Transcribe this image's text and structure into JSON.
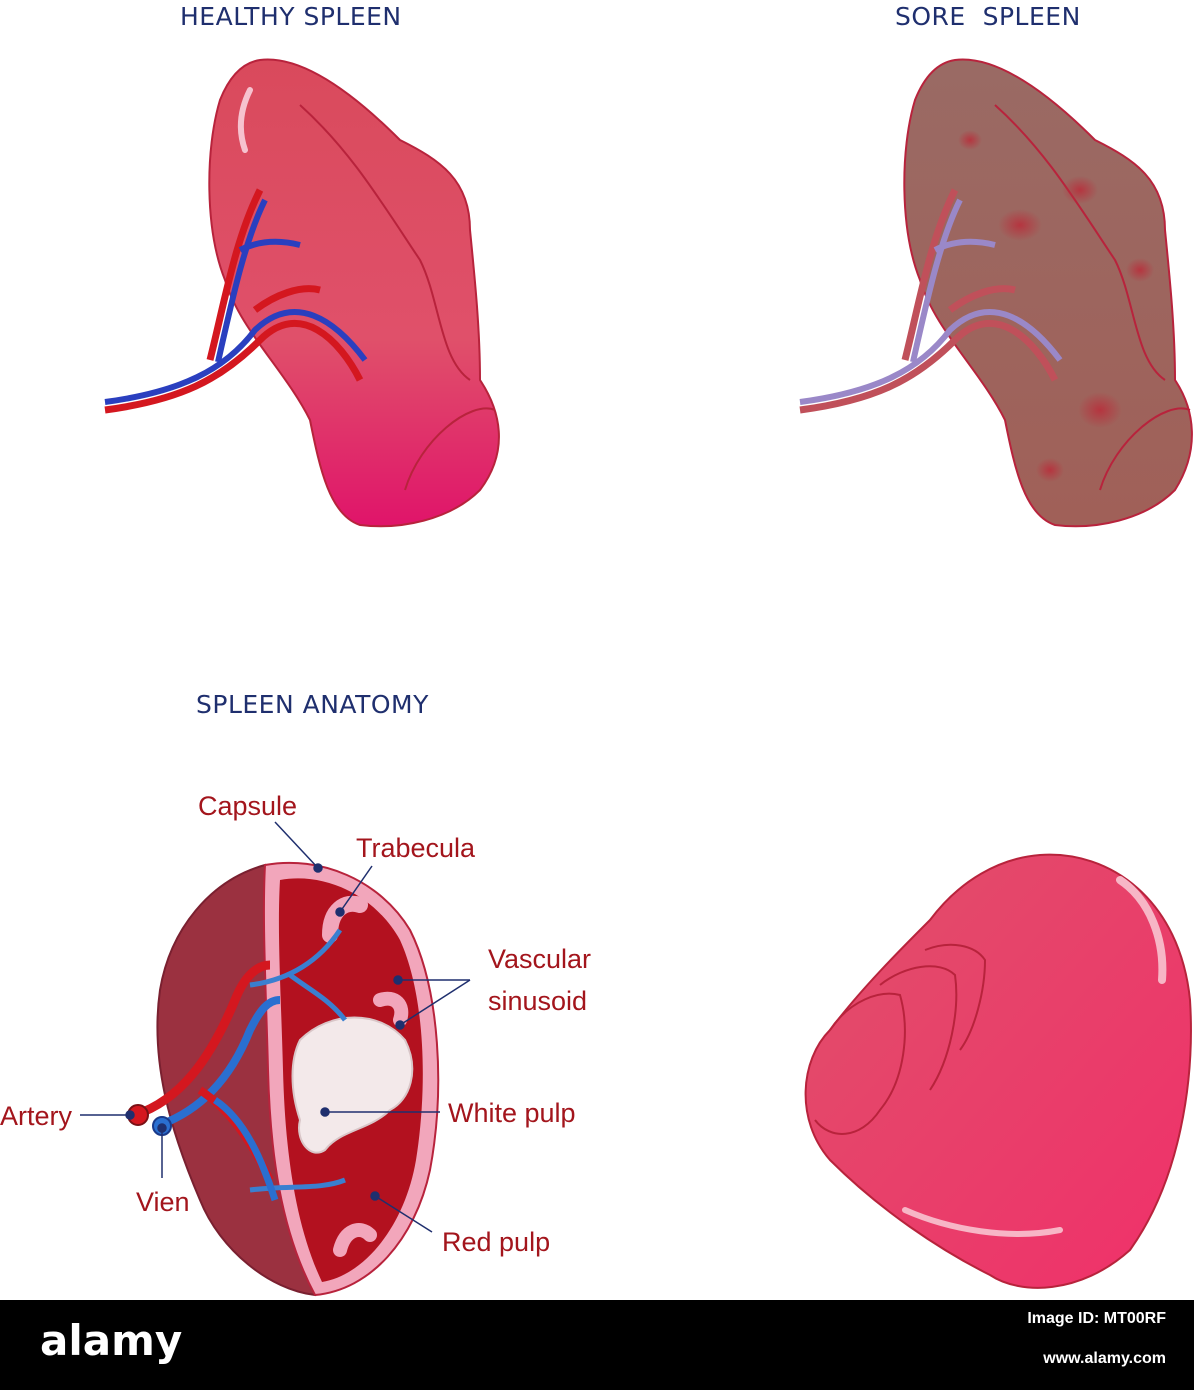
{
  "titles": {
    "healthy": "HEALTHY SPLEEN",
    "sore": "SORE  SPLEEN",
    "anatomy": "SPLEEN ANATOMY"
  },
  "labels": {
    "capsule": "Capsule",
    "trabecula": "Trabecula",
    "vascular": "Vascular",
    "sinusoid": "sinusoid",
    "white_pulp": "White pulp",
    "artery": "Artery",
    "vien": "Vien",
    "red_pulp": "Red pulp"
  },
  "footer": {
    "logo": "alamy",
    "image_id": "Image ID: MT00RF",
    "url": "www.alamy.com"
  },
  "colors": {
    "title": "#1f2f6e",
    "label": "#a3151c",
    "artery": "#d4171f",
    "vein": "#2a3fbf"
  }
}
